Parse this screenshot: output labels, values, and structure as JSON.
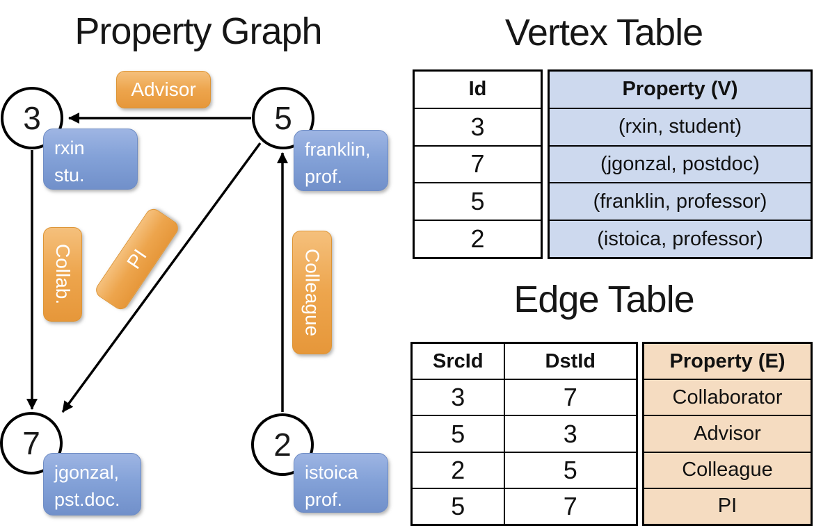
{
  "graph": {
    "title": "Property Graph",
    "nodes": {
      "n3": "3",
      "n5": "5",
      "n7": "7",
      "n2": "2"
    },
    "vertex_labels": {
      "rxin": "rxin\nstu.",
      "franklin": "franklin,\nprof.",
      "jgonzal": "jgonzal,\npst.doc.",
      "istoica": "istoica\nprof."
    },
    "edge_labels": {
      "advisor": "Advisor",
      "collab": "Collab.",
      "pi": "PI",
      "colleague": "Colleague"
    },
    "edges": [
      {
        "from": "5",
        "to": "3",
        "label": "Advisor"
      },
      {
        "from": "3",
        "to": "7",
        "label": "Collab."
      },
      {
        "from": "5",
        "to": "7",
        "label": "PI"
      },
      {
        "from": "2",
        "to": "5",
        "label": "Colleague"
      }
    ]
  },
  "vertex_table": {
    "title": "Vertex Table",
    "columns": {
      "id": "Id",
      "property": "Property (V)"
    },
    "rows": [
      {
        "id": "3",
        "property": "(rxin, student)"
      },
      {
        "id": "7",
        "property": "(jgonzal, postdoc)"
      },
      {
        "id": "5",
        "property": "(franklin, professor)"
      },
      {
        "id": "2",
        "property": "(istoica, professor)"
      }
    ]
  },
  "edge_table": {
    "title": "Edge Table",
    "columns": {
      "src": "SrcId",
      "dst": "DstId",
      "property": "Property (E)"
    },
    "rows": [
      {
        "src": "3",
        "dst": "7",
        "property": "Collaborator"
      },
      {
        "src": "5",
        "dst": "3",
        "property": "Advisor"
      },
      {
        "src": "2",
        "dst": "5",
        "property": "Colleague"
      },
      {
        "src": "5",
        "dst": "7",
        "property": "PI"
      }
    ]
  },
  "colors": {
    "edge_label_orange": "#EDA54D",
    "vertex_label_blue": "#84A2D8",
    "vertex_property_bg": "#CDD9EE",
    "edge_property_bg": "#F5DCC1",
    "node_border": "#000000"
  }
}
